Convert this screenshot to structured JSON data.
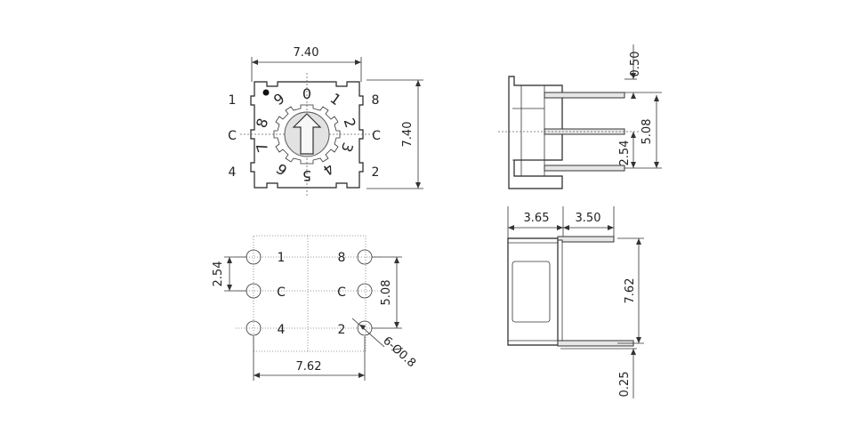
{
  "top_view": {
    "dim_width": "7.40",
    "dim_height": "7.40",
    "pins_left": [
      "1",
      "C",
      "4"
    ],
    "pins_right": [
      "8",
      "C",
      "2"
    ],
    "digits": [
      "0",
      "1",
      "2",
      "3",
      "4",
      "5",
      "6",
      "7",
      "8",
      "9"
    ]
  },
  "footprint_view": {
    "pad_labels": [
      "1",
      "8",
      "C",
      "C",
      "4",
      "2"
    ],
    "dim_pitch": "2.54",
    "dim_row_span": "5.08",
    "dim_col_span": "7.62",
    "dim_hole": "6-Ø0.8"
  },
  "side_view": {
    "dim_top": "0.50",
    "dim_span": "5.08",
    "dim_pitch": "2.54"
  },
  "front_view": {
    "dim_left": "3.65",
    "dim_right": "3.50",
    "dim_height": "7.62",
    "dim_bottom": "0.25"
  }
}
